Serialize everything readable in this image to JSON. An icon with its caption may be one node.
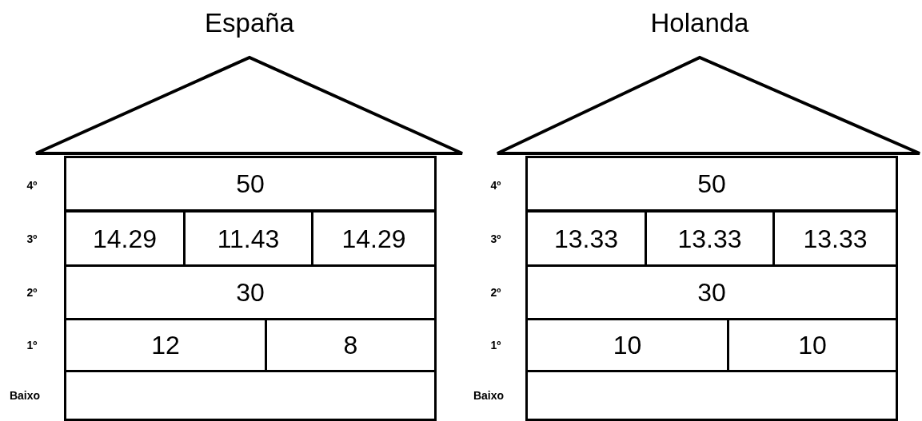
{
  "diagram": {
    "nodes": [
      {
        "text": [
          "España"
        ]
      },
      {
        "text": [
          "50"
        ],
        "in": 0
      },
      {
        "text": [
          "14.29"
        ],
        "in": 0
      },
      {
        "text": [
          "11.43"
        ],
        "in": 0
      },
      {
        "text": [
          "14.29"
        ],
        "in": 0
      },
      {
        "text": [
          "30"
        ],
        "in": 0
      },
      {
        "text": [
          "12"
        ],
        "in": 0
      },
      {
        "text": [
          "8"
        ],
        "in": 0
      },
      {
        "text": [],
        "shape": "box",
        "in": 0
      },
      {
        "text": [
          "Holanda"
        ]
      },
      {
        "text": [
          "50"
        ],
        "in": 9
      },
      {
        "text": [
          "13.33"
        ],
        "in": 9
      },
      {
        "text": [
          "13.33"
        ],
        "in": 9
      },
      {
        "text": [
          "13.33"
        ],
        "in": 9
      },
      {
        "text": [
          "30"
        ],
        "in": 9
      },
      {
        "text": [
          "10"
        ],
        "in": 9
      },
      {
        "text": [
          "10"
        ],
        "in": 9
      },
      {
        "text": [],
        "shape": "box",
        "in": 9
      }
    ],
    "labels": [
      "4º",
      "4º",
      "3º",
      "3º",
      "2º",
      "2º",
      "1º",
      "1º",
      "Baixo",
      "Baixo"
    ]
  }
}
